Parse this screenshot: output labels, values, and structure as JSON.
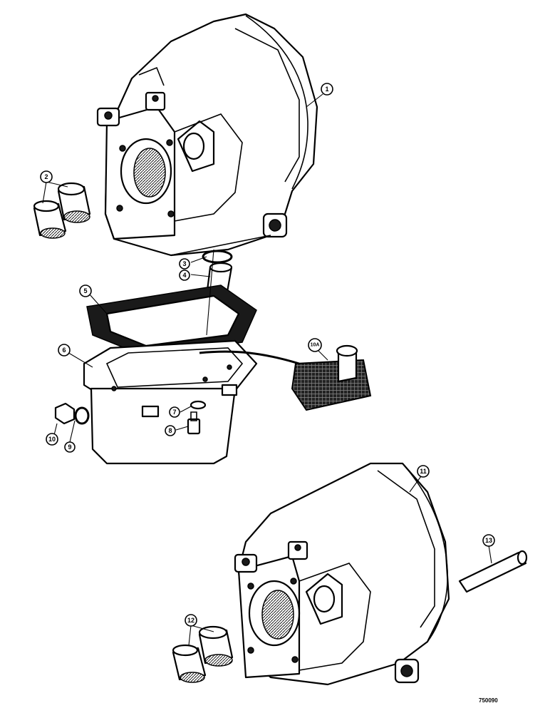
{
  "callouts": {
    "c1": "1",
    "c2": "2",
    "c3": "3",
    "c4": "4",
    "c5": "5",
    "c6": "6",
    "c7": "7",
    "c8": "8",
    "c9": "9",
    "c10": "10",
    "c10a": "10A",
    "c11": "11",
    "c12": "12",
    "c13": "13"
  },
  "figure_number": "750090"
}
